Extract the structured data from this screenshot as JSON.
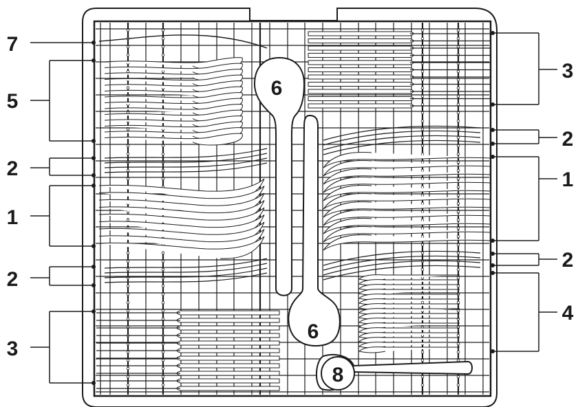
{
  "diagram": {
    "left_labels": [
      "7",
      "5",
      "2",
      "1",
      "2",
      "3"
    ],
    "right_labels": [
      "3",
      "2",
      "1",
      "2",
      "4"
    ],
    "ladle_labels": [
      "6",
      "6"
    ],
    "server_label": "8"
  },
  "colors": {
    "line": "#1a1a1a",
    "background": "#ffffff"
  }
}
